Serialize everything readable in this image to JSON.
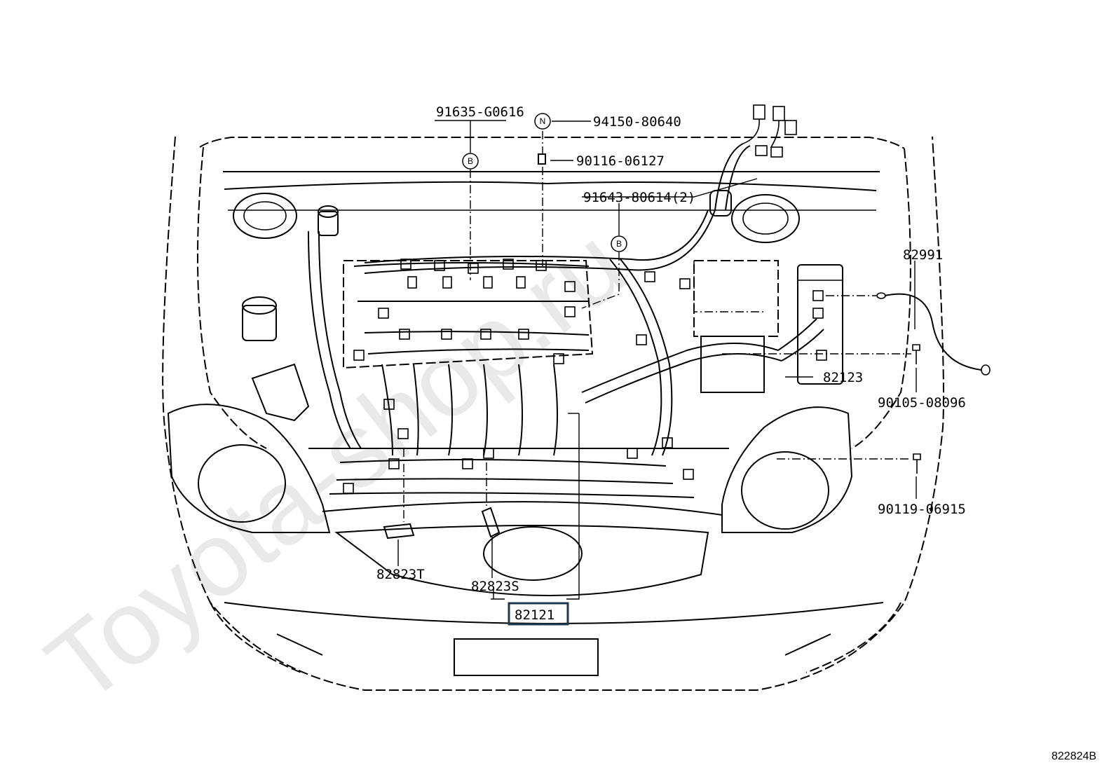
{
  "watermark": "Toyota-shop.ru",
  "diagram_ref": "822824B",
  "callouts": {
    "p91635": "91635-G0616",
    "p94150": "94150-80640",
    "p90116": "90116-06127",
    "p91643": "91643-80614(2)",
    "p82991": "82991",
    "p82123": "82123",
    "p90105": "90105-08096",
    "p90119": "90119-06915",
    "p82823T": "82823T",
    "p82823S": "82823S",
    "p82121": "82121"
  },
  "markers": {
    "b1": "B",
    "b2": "B",
    "n": "N"
  },
  "highlight_color": "#1f3a4d"
}
